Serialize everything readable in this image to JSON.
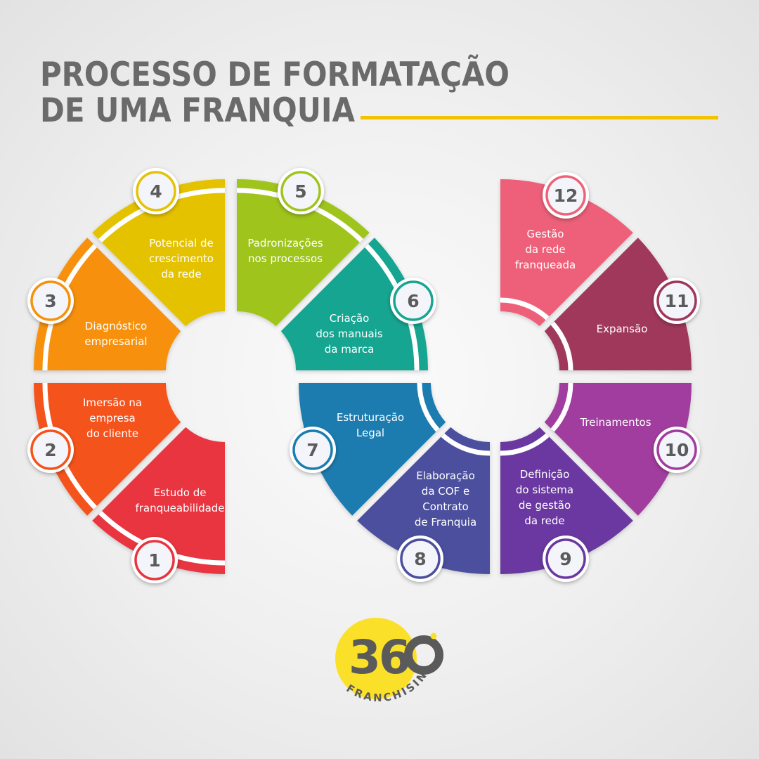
{
  "title": {
    "line1": "PROCESSO DE FORMATAÇÃO",
    "line2": "DE UMA FRANQUIA",
    "accent_color": "#f2c300"
  },
  "steps": [
    {
      "num": "1",
      "lines": [
        "Estudo de",
        "franqueabilidade"
      ],
      "color": "#e8343f"
    },
    {
      "num": "2",
      "lines": [
        "Imersão na",
        "empresa",
        "do cliente"
      ],
      "color": "#f5521a"
    },
    {
      "num": "3",
      "lines": [
        "Diagnóstico",
        "empresarial"
      ],
      "color": "#f7910c"
    },
    {
      "num": "4",
      "lines": [
        "Potencial de",
        "crescimento",
        "da rede"
      ],
      "color": "#e5c205"
    },
    {
      "num": "5",
      "lines": [
        "Padronizações",
        "nos processos"
      ],
      "color": "#9fc41c"
    },
    {
      "num": "6",
      "lines": [
        "Criação",
        "dos manuais",
        "da marca"
      ],
      "color": "#17a591"
    },
    {
      "num": "7",
      "lines": [
        "Estruturação",
        "Legal"
      ],
      "color": "#1a7cb0"
    },
    {
      "num": "8",
      "lines": [
        "Elaboração",
        "da COF e",
        "Contrato",
        "de Franquia"
      ],
      "color": "#4b4f9e"
    },
    {
      "num": "9",
      "lines": [
        "Definição",
        "do sistema",
        "de gestão",
        "da rede"
      ],
      "color": "#6a37a0"
    },
    {
      "num": "10",
      "lines": [
        "Treinamentos"
      ],
      "color": "#a13c9e"
    },
    {
      "num": "11",
      "lines": [
        "Expansão"
      ],
      "color": "#a0375b"
    },
    {
      "num": "12",
      "lines": [
        "Gestão",
        "da rede",
        "franqueada"
      ],
      "color": "#ee6179"
    }
  ],
  "logo": {
    "number": "36",
    "subtitle": "FRANCHISING",
    "circle_color": "#fbe02a",
    "text_color": "#5a5a5a"
  }
}
